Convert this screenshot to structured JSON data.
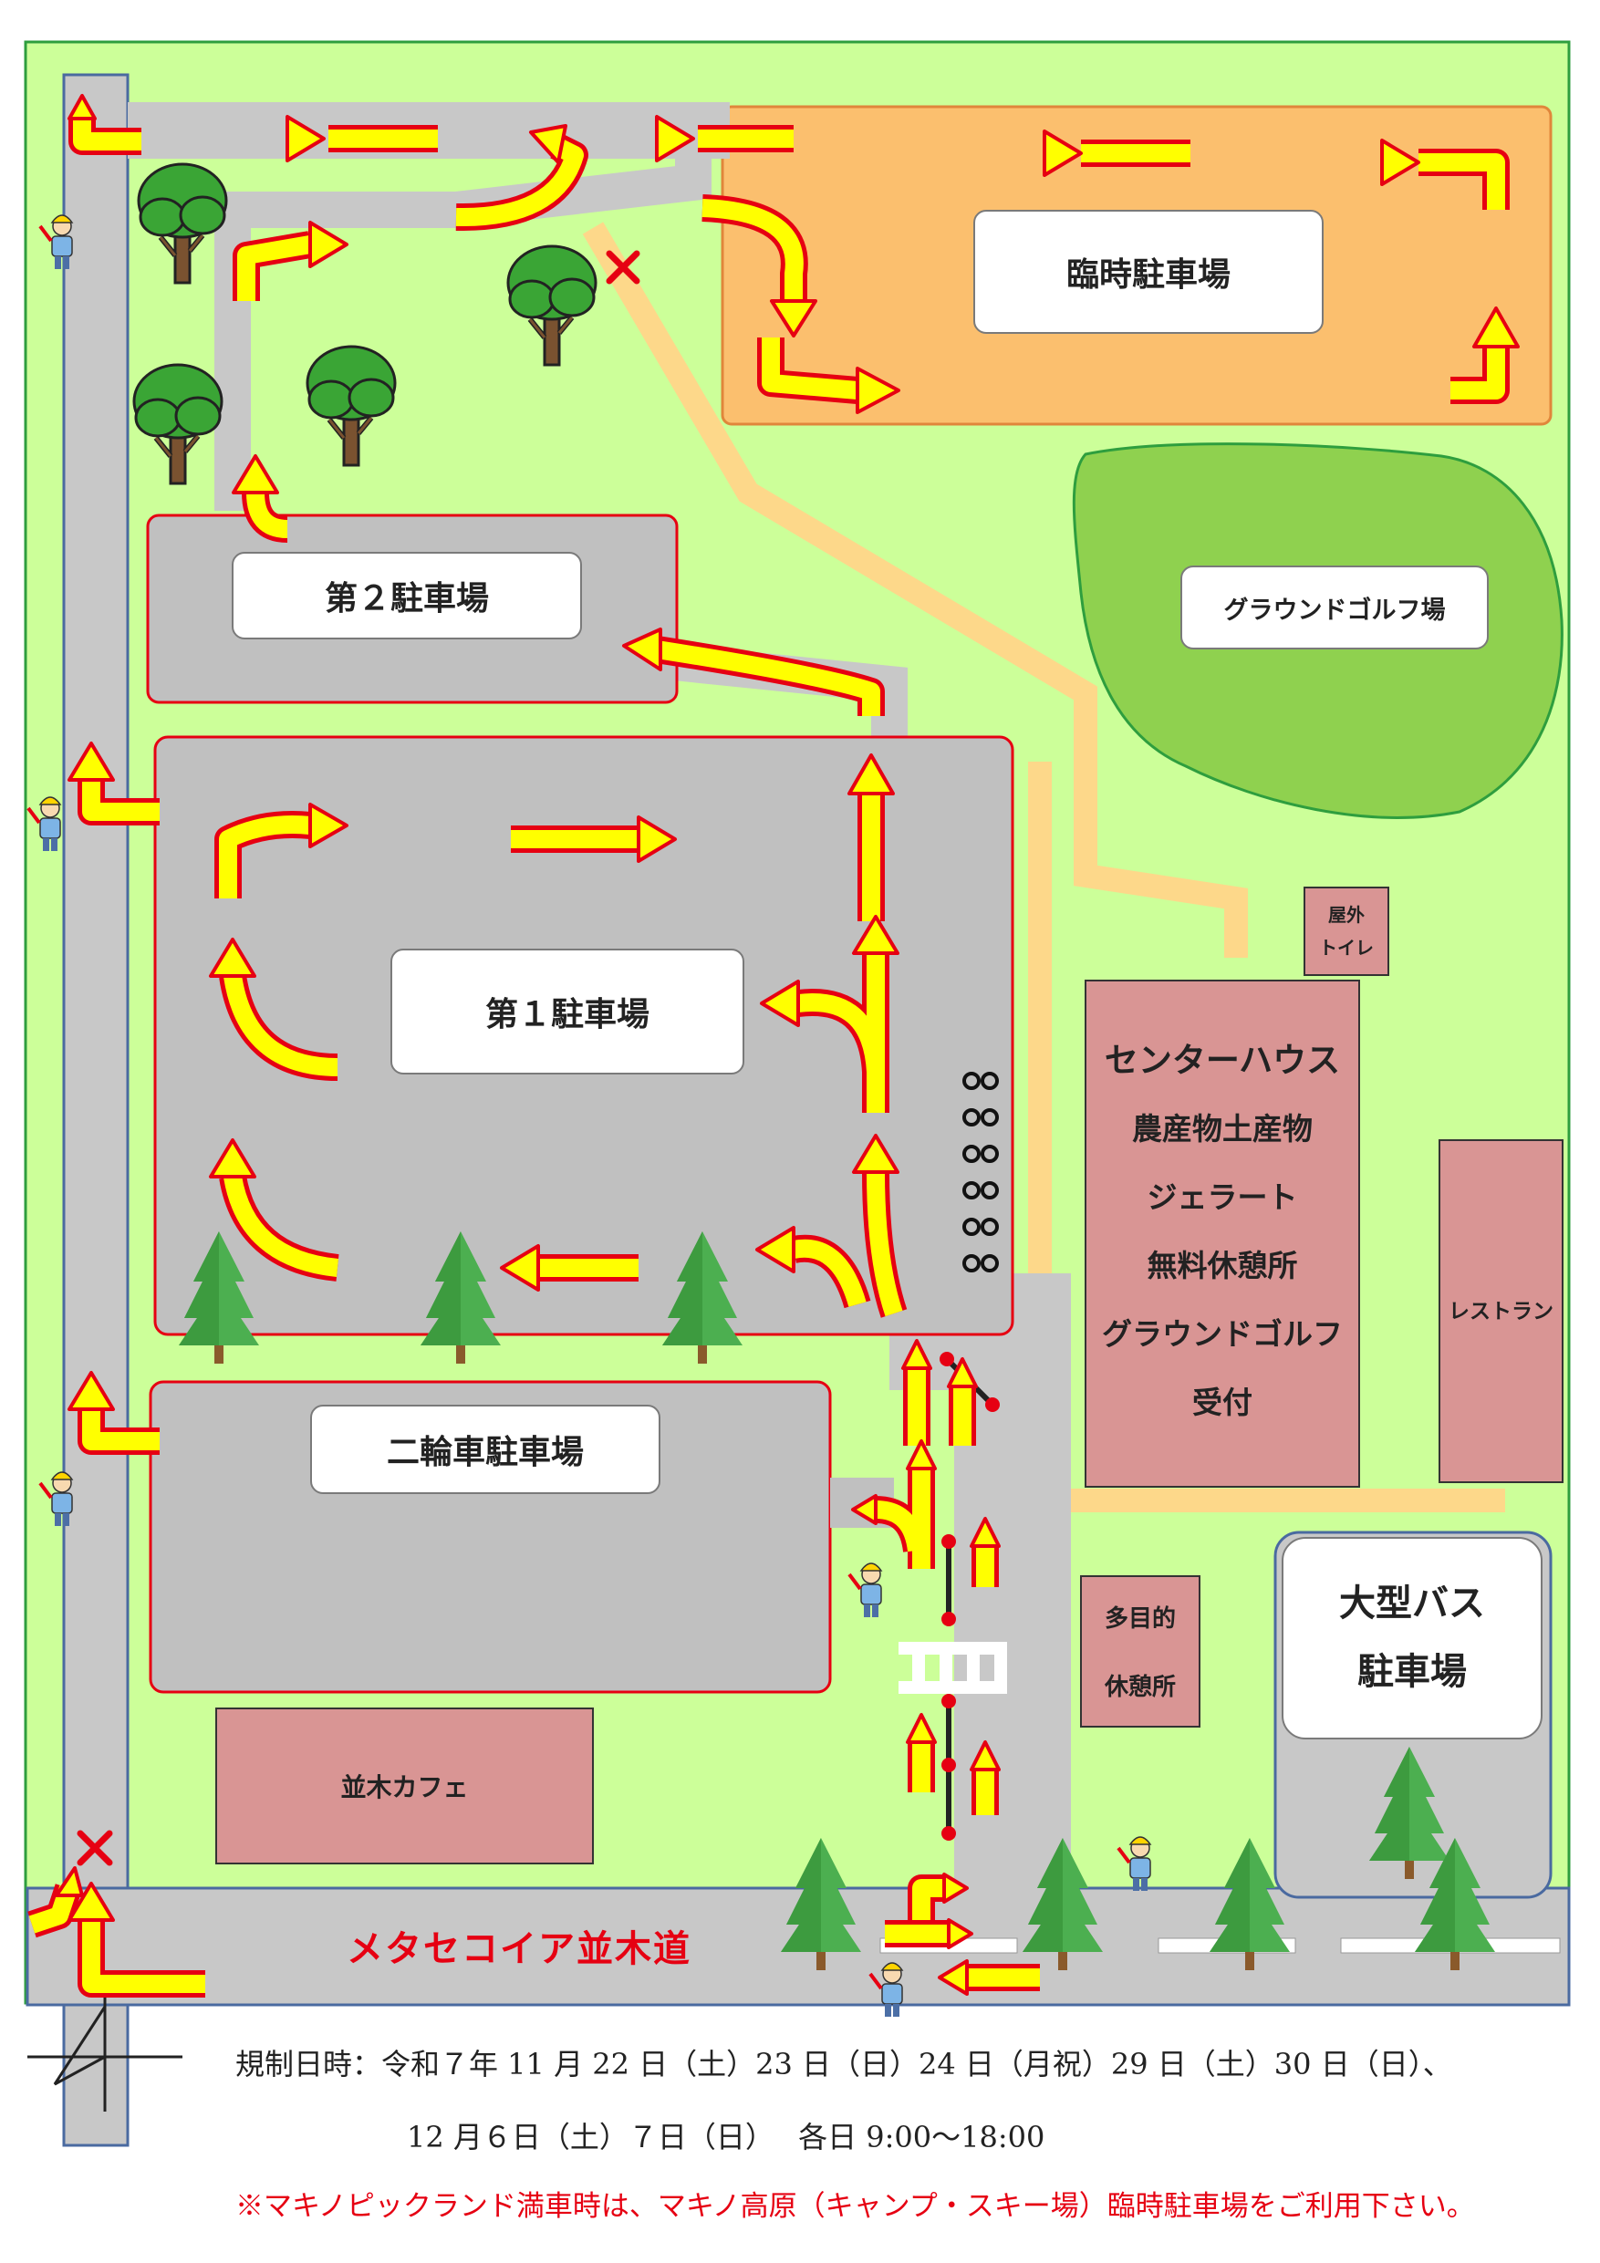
{
  "areas": {
    "temporary_parking": "臨時駐車場",
    "ground_golf_field": "グラウンドゴルフ場",
    "parking_2": "第２駐車場",
    "parking_1": "第１駐車場",
    "motorcycle_parking": "二輪車駐車場",
    "outdoor_toilet": [
      "屋外",
      "トイレ"
    ],
    "center_house_title": "センターハウス",
    "center_house_items": [
      "農産物土産物",
      "ジェラート",
      "無料休憩所",
      "グラウンドゴルフ",
      "受付"
    ],
    "restaurant": "レストラン",
    "multipurpose_rest": [
      "多目的",
      "休憩所"
    ],
    "large_bus_parking": [
      "大型バス",
      "駐車場"
    ],
    "namiki_cafe": "並木カフェ"
  },
  "road_name": "メタセコイア並木道",
  "regulation": {
    "line1": "規制日時：令和７年 11 月 22 日（土）23 日（日）24 日（月祝）29 日（土）30 日（日）、",
    "line2": "12 月６日（土）７日（日）　 各日 9:00～18:00"
  },
  "note": "※マキノピックランド満車時は、マキノ高原（キャンプ・スキー場）臨時駐車場をご利用下さい。",
  "colors": {
    "grass": "#ccff99",
    "road": "#c8c8c8",
    "temp_parking": "#fbbf6e",
    "golf": "#8fd14f",
    "building": "#d99594",
    "arrow_fill": "#ffff00",
    "arrow_stroke": "#e60012",
    "path": "#fdd88a"
  }
}
